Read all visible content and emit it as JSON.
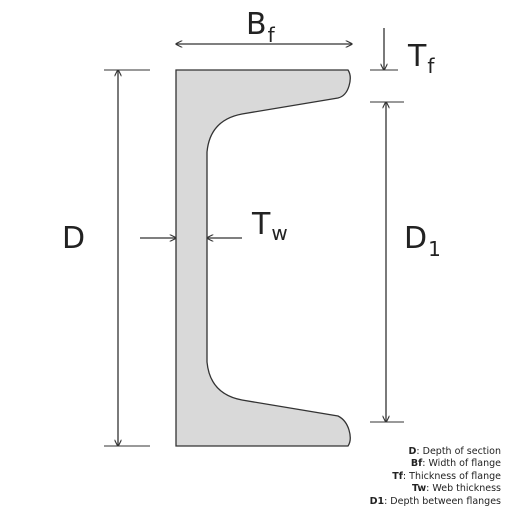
{
  "labels": {
    "bf": {
      "main": "B",
      "sub": "f"
    },
    "tf": {
      "main": "T",
      "sub": "f"
    },
    "tw": {
      "main": "T",
      "sub": "w"
    },
    "d": {
      "main": "D"
    },
    "d1": {
      "main": "D",
      "sub": "1"
    }
  },
  "legend": [
    {
      "key": "D",
      "text": ": Depth of section"
    },
    {
      "key": "Bf",
      "text": ": Width of flange"
    },
    {
      "key": "Tf",
      "text": ": Thickness of flange"
    },
    {
      "key": "Tw",
      "text": ": Web thickness"
    },
    {
      "key": "D1",
      "text": ": Depth between flanges"
    }
  ],
  "colors": {
    "section_fill": "#d9d9d9",
    "stroke": "#333333",
    "text": "#222222"
  }
}
